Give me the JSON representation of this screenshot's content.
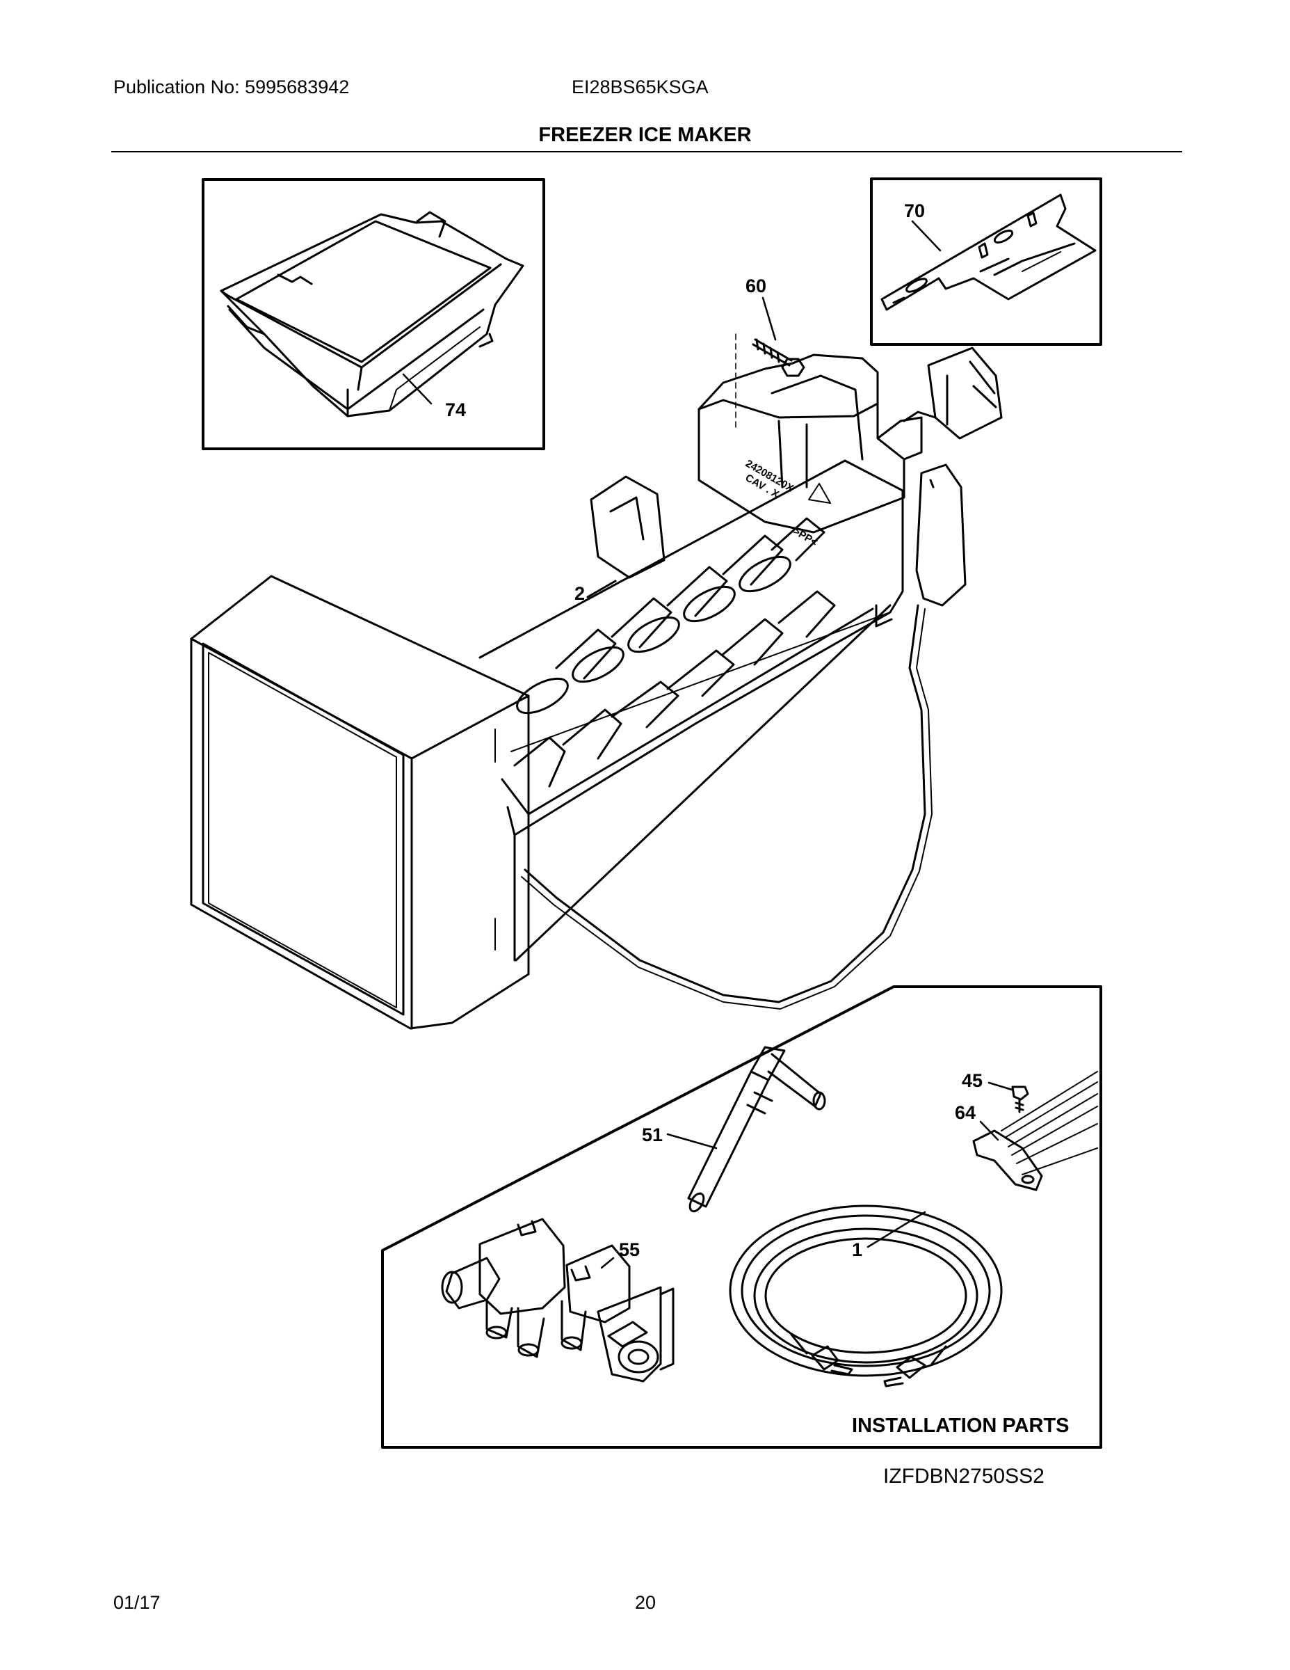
{
  "header": {
    "publication": "Publication No: 5995683942",
    "model": "EI28BS65KSGA"
  },
  "title": "FREEZER ICE MAKER",
  "callouts": {
    "c74": "74",
    "c70": "70",
    "c60": "60",
    "c2": "2",
    "c45": "45",
    "c64": "64",
    "c51": "51",
    "c55": "55",
    "c1": "1"
  },
  "installation_label": "INSTALLATION PARTS",
  "diagram_code": "IZFDBN2750SS2",
  "footer": {
    "date": "01/17",
    "page": "20"
  },
  "part_marking": {
    "line1": "24208120X",
    "line2": "CAV . X",
    "line3": ">PP<"
  }
}
